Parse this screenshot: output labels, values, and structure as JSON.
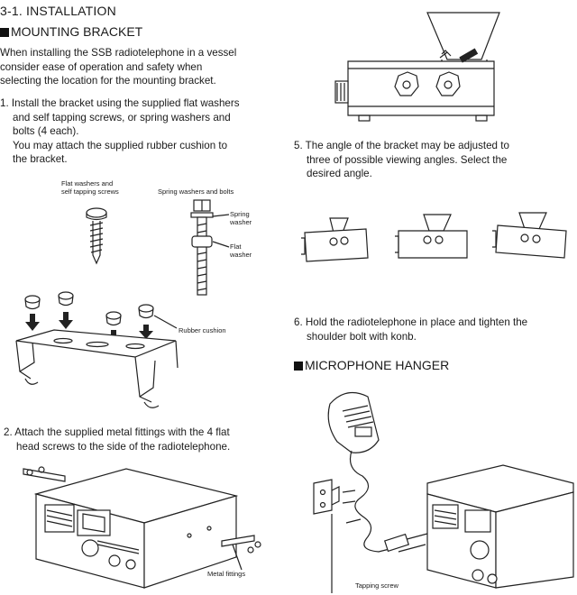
{
  "left": {
    "section_title": "3-1. INSTALLATION",
    "mount_heading": "MOUNTING BRACKET",
    "intro_lines": [
      "When installing the SSB radiotelephone in a vessel",
      "consider ease of operation and safety when",
      "selecting the location for the mounting bracket."
    ],
    "step1_lines": [
      "1. Install the bracket using the supplied flat washers",
      "and self tapping screws, or spring washers and",
      "bolts (4 each).",
      "You may attach the supplied rubber cushion to",
      "the bracket."
    ],
    "fig1_labels": {
      "flat_washers_line1": "Flat washers and",
      "flat_washers_line2": "self tapping screws",
      "spring_washers_bolts": "Spring washers and bolts",
      "spring_line1": "Spring",
      "spring_line2": "washer",
      "flat_line1": "Flat",
      "flat_line2": "washer",
      "rubber_cushion": "Rubber cushion"
    },
    "step2_lines": [
      "2. Attach the supplied metal fittings with the 4 flat",
      "head screws to the side of the radiotelephone."
    ],
    "fig2_labels": {
      "metal_fittings": "Metal fittings"
    }
  },
  "right": {
    "step5_lines": [
      "5. The angle of the bracket may be adjusted to",
      "three of possible viewing angles. Select the",
      "desired angle."
    ],
    "step6_lines": [
      "6. Hold the radiotelephone in place and tighten the",
      "shoulder bolt with konb."
    ],
    "mic_heading": "MICROPHONE HANGER",
    "fig_labels": {
      "tapping_screw": "Tapping screw"
    }
  }
}
